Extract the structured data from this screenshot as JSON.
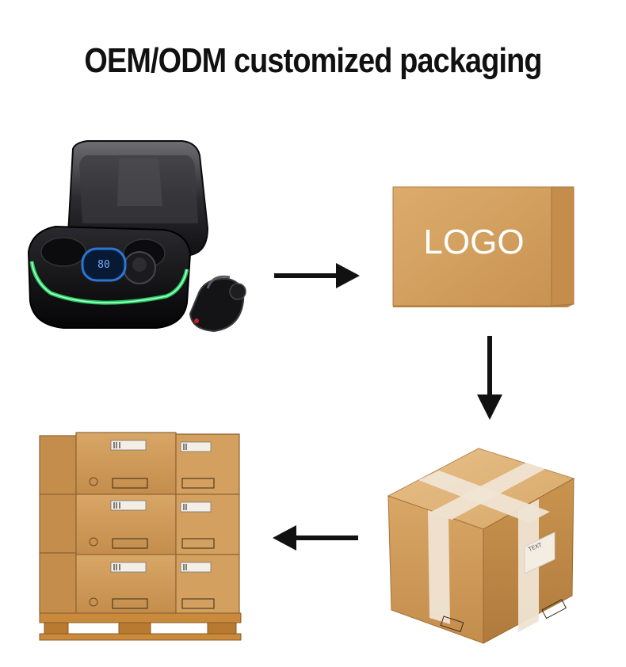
{
  "title": "OEM/ODM customized packaging",
  "steps": {
    "product": {
      "display_reading": "80"
    },
    "retail_box": {
      "label": "LOGO"
    },
    "shipping_carton": {
      "label": "TEXT"
    },
    "pallet": {
      "carton_count": 9
    }
  },
  "arrows": [
    {
      "from": "product",
      "to": "retail_box",
      "direction": "right"
    },
    {
      "from": "retail_box",
      "to": "shipping_carton",
      "direction": "down"
    },
    {
      "from": "shipping_carton",
      "to": "pallet",
      "direction": "left"
    }
  ],
  "colors": {
    "cardboard": "#d9a86a",
    "cardboard_dark": "#b98547",
    "tape": "#e9dccb",
    "arrow": "#111111",
    "led_green": "#27e36a",
    "led_blue": "#2a76d6"
  }
}
